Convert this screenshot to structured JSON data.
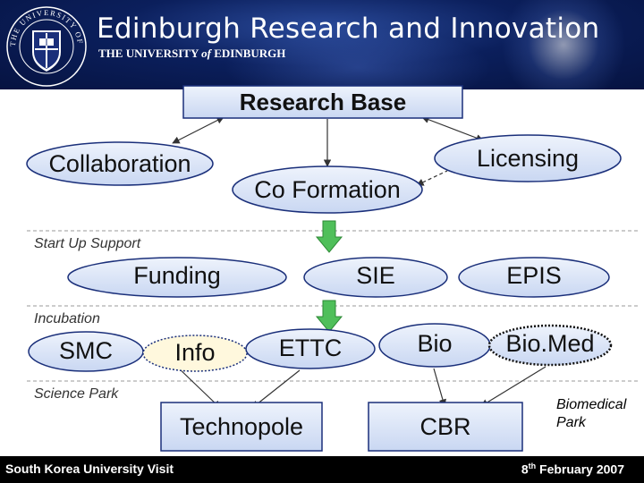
{
  "header": {
    "title": "Edinburgh Research and Innovation",
    "subtitle_pre": "THE UNIVERSITY",
    "subtitle_of": "of",
    "subtitle_post": "EDINBURGH",
    "crest_text": "THE UNIVERSITY OF EDINBURGH"
  },
  "nodes": {
    "research_base": "Research Base",
    "collaboration": "Collaboration",
    "co_formation": "Co Formation",
    "licensing": "Licensing",
    "funding": "Funding",
    "sie": "SIE",
    "epis": "EPIS",
    "smc": "SMC",
    "info": "Info",
    "ettc": "ETTC",
    "bio": "Bio",
    "biomed": "Bio.Med",
    "technopole": "Technopole",
    "cbr": "CBR",
    "biomedical_park_line1": "Biomedical",
    "biomedical_park_line2": "Park"
  },
  "sections": {
    "startup": "Start Up Support",
    "incubation": "Incubation",
    "science_park": "Science Park"
  },
  "footer": {
    "left": "South Korea University Visit",
    "date_day": "8",
    "date_suffix": "th",
    "date_rest": " February 2007"
  },
  "colors": {
    "header_bg": "#0b1f5c",
    "node_fill": "#dde6f7",
    "node_stroke": "#1a2f7a",
    "arrow_green": "#4fbf5a",
    "research_base_fill": "#dde6f7",
    "info_fill": "#fff8dd",
    "footer_bg": "#000000"
  }
}
